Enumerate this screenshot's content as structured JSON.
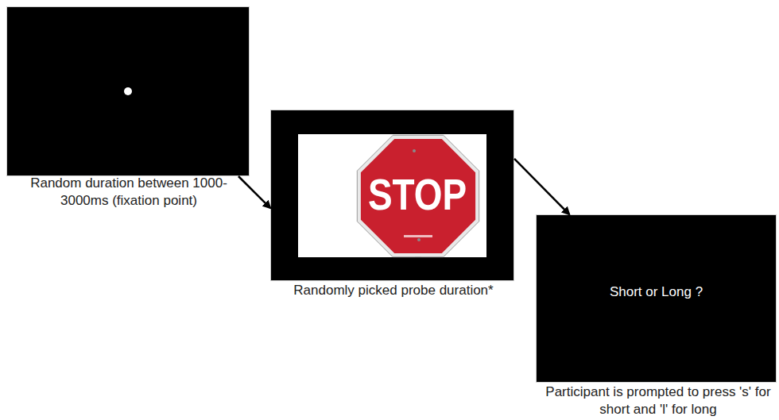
{
  "diagram": {
    "nodes": [
      {
        "text": [
          "Random duration between 1000- 3000ms (fixation point)"
        ]
      },
      {
        "text": [
          "Randomly picked probe duration*"
        ]
      },
      {
        "text": [
          "Short or Long ?",
          "Participant is prompted to press 's' for short and 'l' for long"
        ]
      }
    ],
    "edges": [
      {
        "from": 0,
        "to": 1,
        "arrow": "to"
      },
      {
        "from": 1,
        "to": 2,
        "arrow": "to"
      }
    ],
    "labels": [
      "STOP"
    ]
  }
}
